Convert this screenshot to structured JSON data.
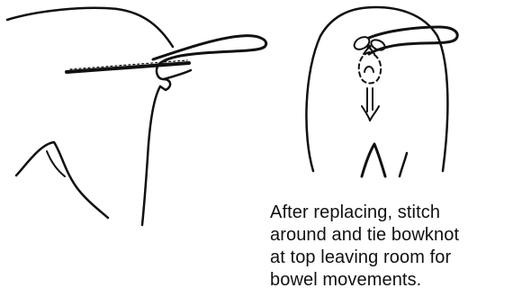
{
  "caption": {
    "lines": [
      "After replacing, stitch",
      "around and tie bowknot",
      "at top leaving room for",
      "bowel movements."
    ]
  }
}
